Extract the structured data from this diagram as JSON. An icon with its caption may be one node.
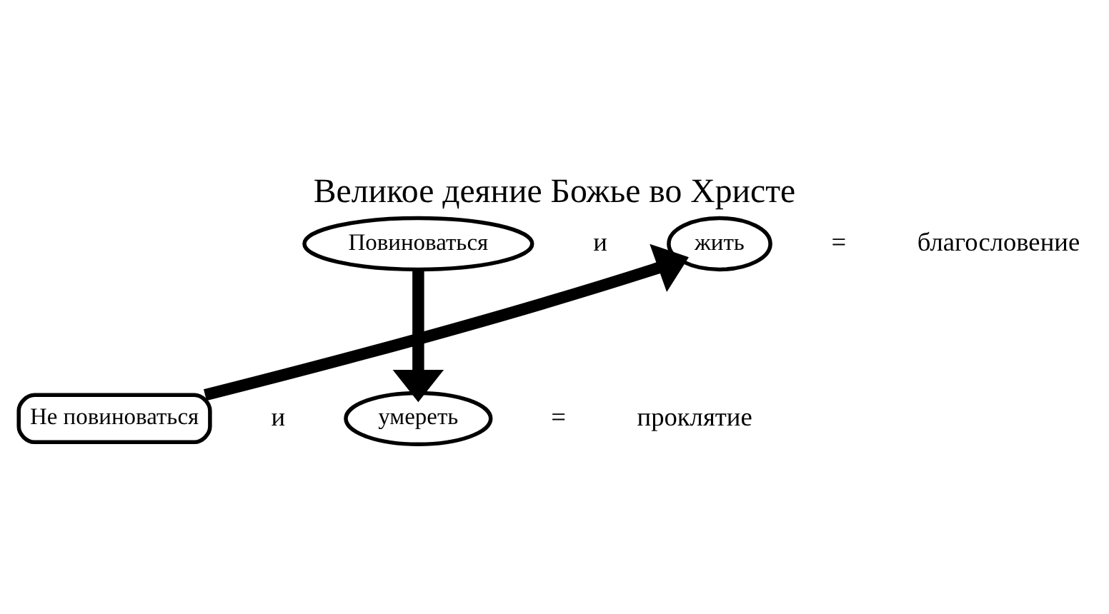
{
  "diagram": {
    "title": "Великое деяние Божье во Христе",
    "nodes": [
      {
        "text": [
          "Повиноваться"
        ]
      },
      {
        "text": [
          "жить"
        ]
      },
      {
        "text": [
          "Не повиноваться"
        ]
      },
      {
        "text": [
          "умереть"
        ]
      }
    ],
    "edges": [
      {
        "from": 0,
        "to": 3,
        "arrow": "to"
      },
      {
        "from": 2,
        "to": 1,
        "arrow": "to"
      }
    ],
    "labels": [
      "и",
      "=",
      "благословение",
      "и",
      "=",
      "проклятие"
    ]
  }
}
